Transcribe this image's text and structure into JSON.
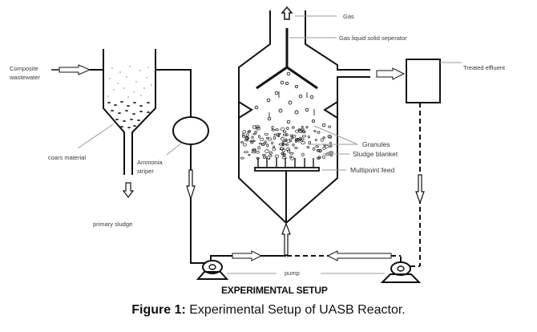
{
  "figure": {
    "caption_prefix": "Figure 1:",
    "caption_text": " Experimental Setup of UASB Reactor.",
    "setup_title": "EXPERIMENTAL SETUP"
  },
  "labels": {
    "composite_wastewater_line1": "Composite",
    "composite_wastewater_line2": "wastewater",
    "coarse_material": "coars material",
    "ammonia_line1": "Ammonia",
    "ammonia_line2": "striper",
    "primary_sludge": "primary sludge",
    "gas": "Gas",
    "gls_separator": "Gas liquid solid seperator",
    "treated_effluent": "Treated effluent",
    "granules": "Granules",
    "sludge_blanket": "Sludge blanket",
    "multipoint_feed": "Multipoint feed",
    "pump": "pump"
  },
  "colors": {
    "line": "#111111",
    "leader": "#9a9a9a",
    "text": "#3a3a3a"
  }
}
